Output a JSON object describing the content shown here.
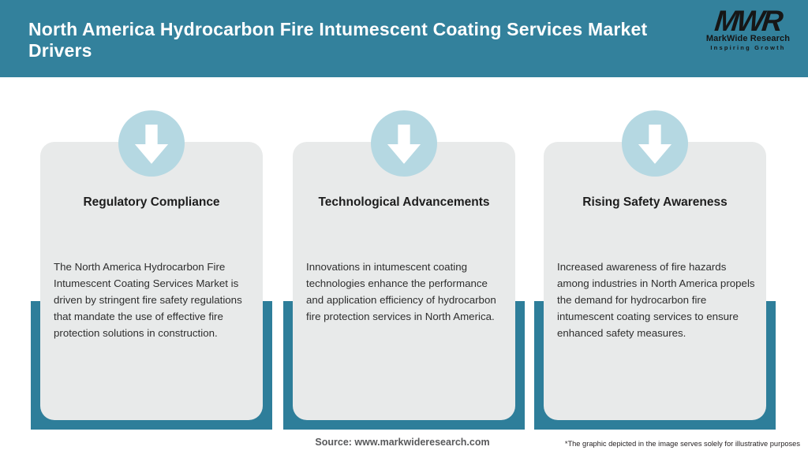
{
  "header": {
    "title": "North America Hydrocarbon Fire Intumescent Coating Services Market Drivers",
    "logo": {
      "acronym": "MWR",
      "name": "MarkWide Research",
      "tagline": "Inspiring Growth"
    }
  },
  "cards": [
    {
      "icon": "arrow-down-icon",
      "title": "Regulatory Compliance",
      "description": "The North America Hydrocarbon Fire Intumescent Coating Services Market is driven by stringent fire safety regulations that mandate the use of effective fire protection solutions in construction."
    },
    {
      "icon": "arrow-down-icon",
      "title": "Technological Advancements",
      "description": "Innovations in intumescent coating technologies enhance the performance and application efficiency of hydrocarbon fire protection services in North America."
    },
    {
      "icon": "arrow-down-icon",
      "title": "Rising Safety Awareness",
      "description": "Increased awareness of fire hazards among industries in North America propels the demand for hydrocarbon fire intumescent coating services to ensure enhanced safety measures."
    }
  ],
  "footer": {
    "source": "Source: www.markwideresearch.com",
    "disclaimer": "*The graphic depicted in the image serves solely for illustrative purposes"
  },
  "colors": {
    "header_bg": "#33819C",
    "band": "#2E7E9A",
    "card_bg": "#E8EAEA",
    "circle": "#B5D8E2",
    "arrow": "#FFFFFF",
    "title_text": "#FFFFFF",
    "heading_text": "#1D1D1D",
    "body_text": "#2E2E2E",
    "source_text": "#58595B",
    "disclaimer_text": "#231F20",
    "logo_text": "#161616"
  }
}
